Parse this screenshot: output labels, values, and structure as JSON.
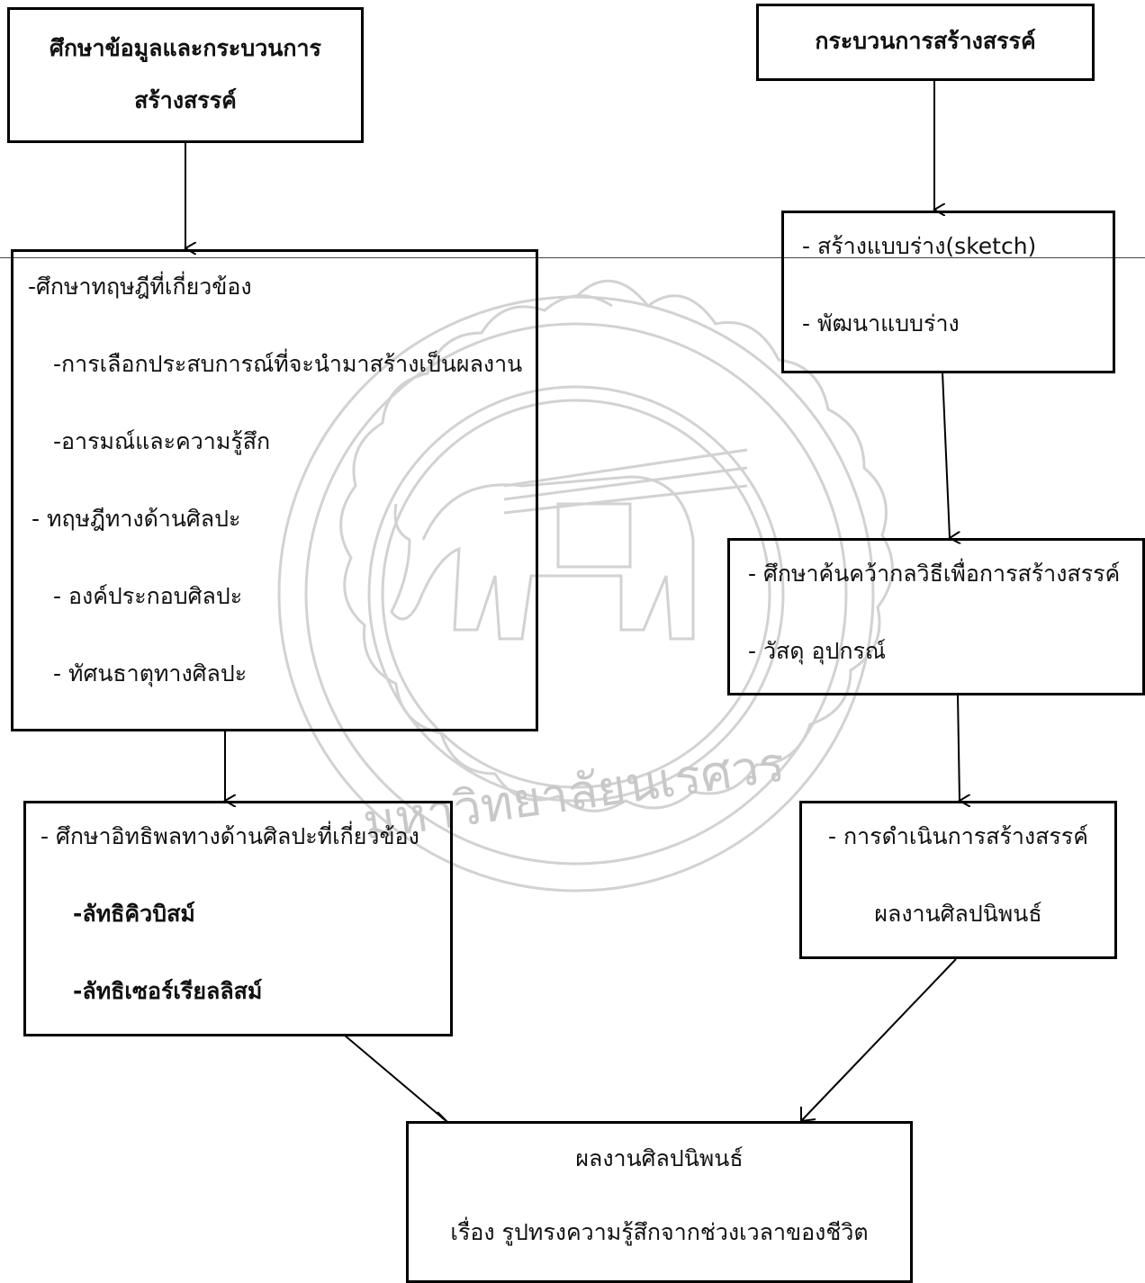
{
  "boxes": {
    "study_process": {
      "line1": "ศึกษาข้อมูลและกระบวนการ",
      "line2": "สร้างสรรค์"
    },
    "creation_process": {
      "title": "กระบวนการสร้างสรรค์"
    },
    "sketch": {
      "item1": "- สร้างแบบร่าง(sketch)",
      "item2": "- พัฒนาแบบร่าง"
    },
    "theory": {
      "item1": "-ศึกษาทฤษฎีที่เกี่ยวข้อง",
      "item2": "-การเลือกประสบการณ์ที่จะนำมาสร้างเป็นผลงาน",
      "item3": "-อารมณ์และความรู้สึก",
      "item4": "- ทฤษฎีทางด้านศิลปะ",
      "item5": "- องค์ประกอบศิลปะ",
      "item6": "- ทัศนธาตุทางศิลปะ"
    },
    "technique": {
      "item1": "- ศึกษาค้นคว้ากลวิธีเพื่อการสร้างสรรค์",
      "item2": "- วัสดุ อุปกรณ์"
    },
    "influence": {
      "item1": "- ศึกษาอิทธิพลทางด้านศิลปะที่เกี่ยวข้อง",
      "item2": "-ลัทธิคิวบิสม์",
      "item3": "-ลัทธิเซอร์เรียลลิสม์"
    },
    "execution": {
      "item1": "- การดำเนินการสร้างสรรค์",
      "item2": "ผลงานศิลปนิพนธ์"
    },
    "result": {
      "item1": "ผลงานศิลปนิพนธ์",
      "item2": "เรื่อง รูปทรงความรู้สึกจากช่วงเวลาของชีวิต"
    }
  },
  "watermark": {
    "text": "มหาวิทยาลัยนเรศวร",
    "icon": "university-seal-watermark"
  },
  "colors": {
    "line": "#000000",
    "watermark": "#bdbdbd"
  }
}
